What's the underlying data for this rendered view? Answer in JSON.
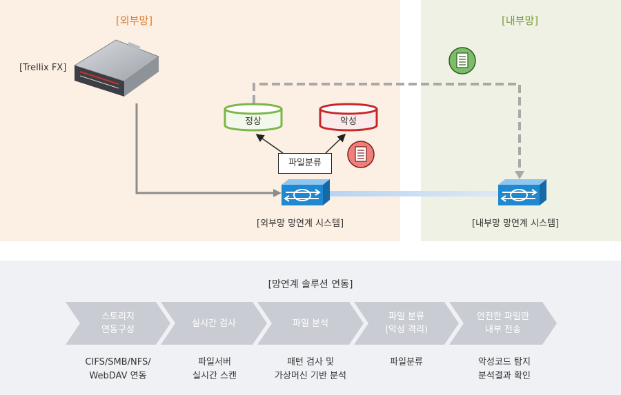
{
  "zones": {
    "external_title": "[외부망]",
    "internal_title": "[내부망]"
  },
  "server": {
    "label": "[Trellix FX]"
  },
  "databases": {
    "normal": {
      "label": "정상",
      "color": "#7ab648"
    },
    "malicious": {
      "label": "악성",
      "color": "#c62828"
    }
  },
  "classify": {
    "label": "파일분류"
  },
  "systems": {
    "external": "[외부망 망연계 시스템]",
    "internal": "[내부망 망연계 시스템]"
  },
  "bottom": {
    "title": "[망연계 솔루션 연동]",
    "steps": [
      {
        "line1": "스토리지",
        "line2": "연동구성",
        "desc1": "CIFS/SMB/NFS/",
        "desc2": "WebDAV 연동"
      },
      {
        "line1": "실시간 검사",
        "line2": "",
        "desc1": "파일서버",
        "desc2": "실시간 스캔"
      },
      {
        "line1": "파일 분석",
        "line2": "",
        "desc1": "패턴 검사 및",
        "desc2": "가상머신 기반 분석"
      },
      {
        "line1": "파일 분류",
        "line2": "(악성 격리)",
        "desc1": "파일분류",
        "desc2": ""
      },
      {
        "line1": "안전한 파일만",
        "line2": "내부 전송",
        "desc1": "악성코드 탐지",
        "desc2": "분석결과 확인"
      }
    ]
  },
  "colors": {
    "external_bg": "#fcefe3",
    "internal_bg": "#eef1e3",
    "external_title": "#e07b2c",
    "internal_title": "#7d9a3a",
    "step_arrow": "#c9ccd3",
    "switch_blue": "#1e88d0",
    "clean_doc": "#7cbd6a",
    "bad_doc": "#ef7f7a"
  }
}
